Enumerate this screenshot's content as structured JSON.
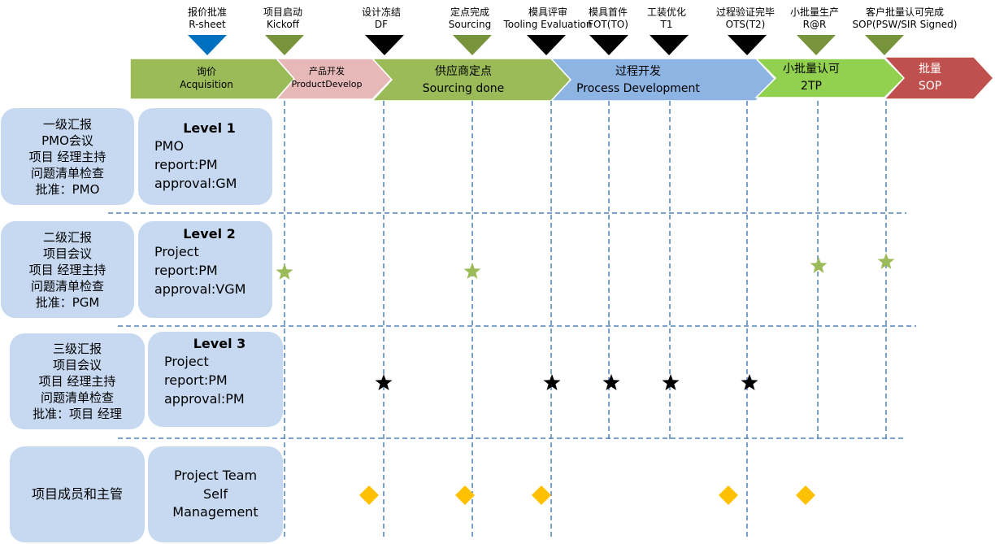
{
  "milestones": [
    {
      "cn": "报价批准",
      "en": "R-sheet",
      "color": "#0070c0"
    },
    {
      "cn": "项目启动",
      "en": "Kickoff",
      "color": "#77933c"
    },
    {
      "cn": "设计冻结",
      "en": "DF",
      "color": "#000000"
    },
    {
      "cn": "定点完成",
      "en": "Sourcing",
      "color": "#77933c"
    },
    {
      "cn": "模具评审",
      "en": "Tooling Evaluation",
      "color": "#000000"
    },
    {
      "cn": "模具首件",
      "en": "FOT(TO)",
      "color": "#000000"
    },
    {
      "cn": "工装优化",
      "en": "T1",
      "color": "#000000"
    },
    {
      "cn": "过程验证完毕",
      "en": "OTS(T2)",
      "color": "#000000"
    },
    {
      "cn": "小批量生产",
      "en": "R@R",
      "color": "#77933c"
    },
    {
      "cn": "客户批量认可完成",
      "en": "SOP(PSW/SIR Signed)",
      "color": "#77933c"
    }
  ],
  "phases": [
    {
      "cn": "询价",
      "en": "Acquisition",
      "color": "#9bbb59"
    },
    {
      "cn": "产品开发",
      "en": "ProductDevelop",
      "color": "#e6b9b8"
    },
    {
      "cn": "供应商定点",
      "en": "Sourcing done",
      "color": "#9bbb59"
    },
    {
      "cn": "过程开发",
      "en": "Process Development",
      "color": "#8eb4e3"
    },
    {
      "cn": "小批量认可",
      "en": "2TP",
      "color": "#92d050"
    },
    {
      "cn": "批量",
      "en": "SOP",
      "color": "#c0504d"
    }
  ],
  "rows": [
    {
      "left": [
        "一级汇报",
        "PMO会议",
        "项目 经理主持",
        "问题清单检查",
        "批准：PMO"
      ],
      "level": {
        "title": "Level 1",
        "lines": [
          "PMO",
          "report:PM",
          "approval:GM"
        ]
      },
      "star_color": "#4f81bd"
    },
    {
      "left": [
        "二级汇报",
        "项目会议",
        "项目 经理主持",
        "问题清单检查",
        "批准：PGM"
      ],
      "level": {
        "title": "Level 2",
        "lines": [
          "Project",
          "report:PM",
          "approval:VGM"
        ]
      },
      "star_color": "#9bbb59"
    },
    {
      "left": [
        "三级汇报",
        "项目会议",
        "项目 经理主持",
        "问题清单检查",
        "批准：项目 经理"
      ],
      "level": {
        "title": "Level 3",
        "lines": [
          "Project",
          "report:PM",
          "approval:PM"
        ]
      },
      "star_color": "#000000"
    },
    {
      "left": [
        "项目成员和主管"
      ],
      "team": [
        "Project Team",
        "Self",
        "Management"
      ],
      "diamond_color": "#ffc000"
    }
  ],
  "colors": {
    "box_fill": "#c6d9f1",
    "dashed_line": "#4f81bd"
  }
}
